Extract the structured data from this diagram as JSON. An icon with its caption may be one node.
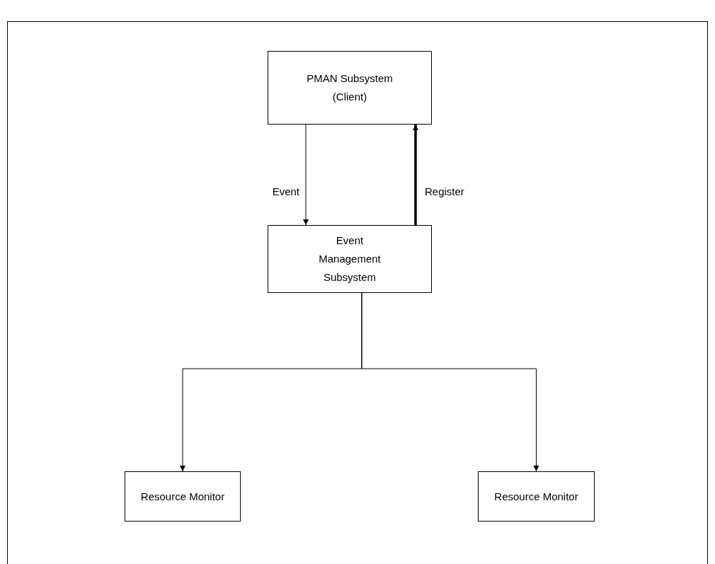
{
  "diagram": {
    "nodes": [
      {
        "text": [
          "PMAN Subsystem (Client)"
        ]
      },
      {
        "text": [
          "Event Management Subsystem"
        ]
      },
      {
        "text": [
          "Resource Monitor"
        ]
      },
      {
        "text": [
          "Resource Monitor"
        ]
      }
    ],
    "edges": [
      {
        "from": 0,
        "to": 1,
        "arrow": "to",
        "label": "Event"
      },
      {
        "from": 1,
        "to": 0,
        "arrow": "to",
        "label": "Register",
        "style": "thick"
      },
      {
        "from": 1,
        "to": 2,
        "arrow": "to"
      },
      {
        "from": 1,
        "to": 3,
        "arrow": "to"
      }
    ]
  }
}
